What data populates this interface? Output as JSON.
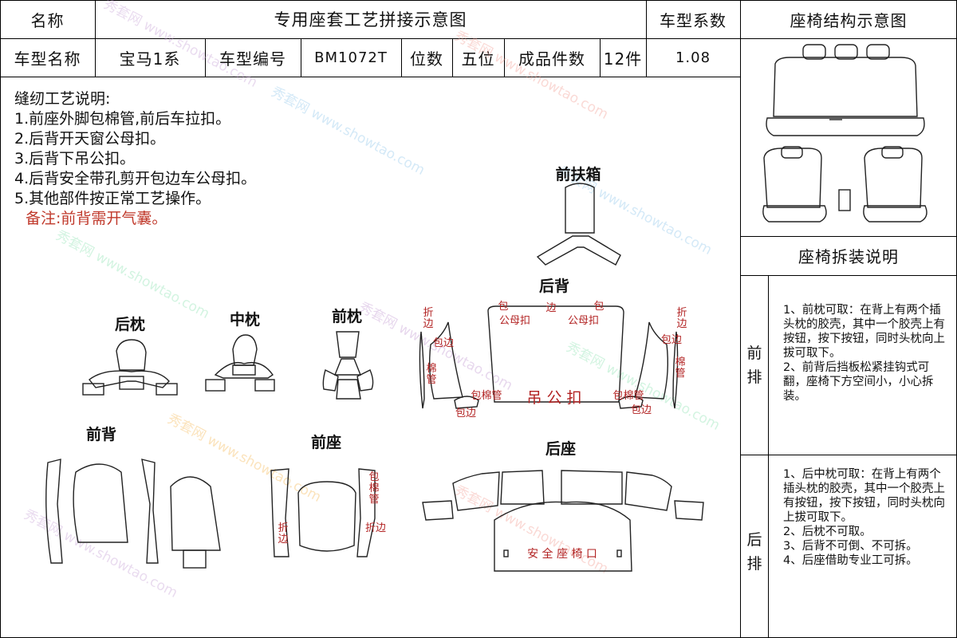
{
  "header": {
    "name_label": "名称",
    "title": "专用座套工艺拼接示意图",
    "coef_label": "车型系数",
    "structure_title": "座椅结构示意图"
  },
  "info": {
    "model_name_label": "车型名称",
    "model_name": "宝马1系",
    "model_code_label": "车型编号",
    "model_code": "BM1072T",
    "seats_label": "位数",
    "seats": "五位",
    "pieces_label": "成品件数",
    "pieces": "12件",
    "coef": "1.08"
  },
  "notes": {
    "title": "缝纫工艺说明:",
    "items": [
      "1.前座外脚包棉管,前后车拉扣。",
      "2.后背开天窗公母扣。",
      "3.后背下吊公扣。",
      "4.后背安全带孔剪开包边车公母扣。",
      "5.其他部件按正常工艺操作。"
    ],
    "remark": "备注:前背需开气囊。"
  },
  "parts": {
    "front_armrest": "前扶箱",
    "rear_back": "后背",
    "rear_pillow": "后枕",
    "mid_pillow": "中枕",
    "front_pillow": "前枕",
    "front_back": "前背",
    "front_seat": "前座",
    "rear_seat": "后座"
  },
  "annotations": {
    "fold_edge": "折边",
    "bao": "包",
    "edge": "边",
    "pipe": "棉管",
    "gongmu": "公母扣",
    "diao_gong_kou": "吊 公 扣",
    "wrap": "包边",
    "wrap_pipe": "包棉管",
    "seatbelt_hole": "安 全 座 椅 口"
  },
  "side": {
    "disassembly_title": "座椅拆装说明",
    "front_label": "前排",
    "front_text": "1、前枕可取：在背上有两个插头枕的胶壳，其中一个胶壳上有按钮，按下按钮，同时头枕向上拔可取下。\n2、前背后挡板松紧挂钩式可翻，座椅下方空间小，小心拆装。",
    "rear_label": "后排",
    "rear_text": "1、后中枕可取：在背上有两个插头枕的胶壳，其中一个胶壳上有按钮，按下按钮，同时头枕向上拔可取下。\n2、后枕不可取。\n3、后背不可倒、不可拆。\n4、后座借助专业工可拆。"
  },
  "watermark": {
    "brand": "秀套网",
    "url": "www.showtao.com"
  }
}
